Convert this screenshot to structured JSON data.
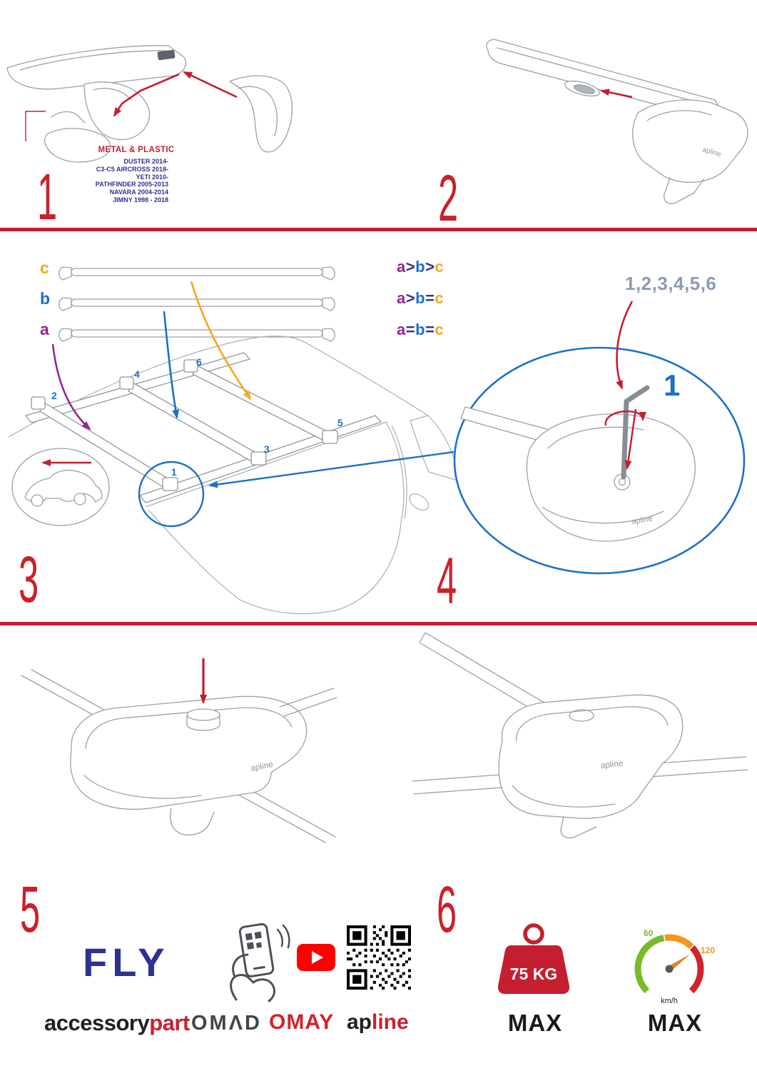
{
  "colors": {
    "accent_red": "#c41e2f",
    "navy": "#2e3192",
    "blue": "#1d70c8",
    "purple": "#93278f",
    "orange": "#f7a81b",
    "grey_blue": "#8c9bb3",
    "youtube_red": "#ff0000",
    "gauge_green": "#7ab929",
    "gauge_orange": "#f7941d"
  },
  "steps": {
    "n1": "1",
    "n2": "2",
    "n3": "3",
    "n4": "4",
    "n5": "5",
    "n6": "6"
  },
  "step1": {
    "material_label": "METAL & PLASTIC",
    "vehicles": [
      "DUSTER 2014-",
      "C3-C5 AIRCROSS 2018-",
      "YETI 2010-",
      "PATHFINDER 2005-2013",
      "NAVARA 2004-2014",
      "JIMNY 1998 - 2018"
    ]
  },
  "step3": {
    "bar_labels": {
      "a": "a",
      "b": "b",
      "c": "c"
    },
    "legend": {
      "row1": [
        "a",
        ">",
        "b",
        ">",
        "c"
      ],
      "row2": [
        "a",
        ">",
        "b",
        "=",
        "c"
      ],
      "row3": [
        "a",
        "=",
        "b",
        "=",
        "c"
      ]
    },
    "sequence": "1,2,3,4,5,6",
    "positions": {
      "p1": "1",
      "p2": "2",
      "p3": "3",
      "p4": "4",
      "p5": "5",
      "p6": "6"
    }
  },
  "step4": {
    "order_callout": "1"
  },
  "branding": {
    "product": "FLY",
    "accessory": "accessory",
    "part": "part",
    "omad": "OMΛD",
    "omay": "OMAY",
    "apline_ap": "ap",
    "apline_line": "line",
    "apline_mark": "apline"
  },
  "limits": {
    "weight_value": "75 KG",
    "weight_max": "MAX",
    "speed_low": "60",
    "speed_high": "120",
    "speed_unit": "km/h",
    "speed_max": "MAX"
  }
}
